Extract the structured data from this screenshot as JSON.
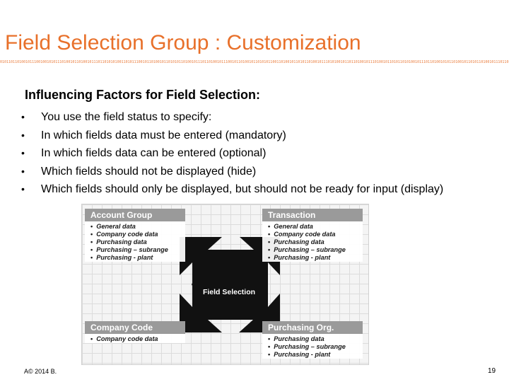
{
  "slide": {
    "title": "Field Selection Group : Customization",
    "binary_strip": "0101101101001011100100101011101001011010010111011010101001101011100101101001011010101101001011101101001011100101101001011010101100110100101101011010010111010100101101101001011101001011010110101001011101101001010110100101101011010010111011010100101101101001",
    "subheading": "Influencing Factors for Field Selection:",
    "bullets": [
      "You use the field status to specify:",
      "In which fields data must be entered (mandatory)",
      "In which fields data can be entered (optional)",
      "Which fields should not be displayed (hide)",
      "Which fields should only be displayed, but should not be ready for input (display)"
    ]
  },
  "diagram": {
    "center_label": "Field Selection",
    "panels": {
      "account_group": {
        "title": "Account Group",
        "items": [
          "General data",
          "Company code data",
          "Purchasing data",
          "Purchasing – subrange",
          "Purchasing - plant"
        ]
      },
      "transaction": {
        "title": "Transaction",
        "items": [
          "General data",
          "Company code data",
          "Purchasing data",
          "Purchasing – subrange",
          "Purchasing - plant"
        ]
      },
      "company_code": {
        "title": "Company Code",
        "items": [
          "Company code data"
        ]
      },
      "purchasing_org": {
        "title": "Purchasing Org.",
        "items": [
          "Purchasing data",
          "Purchasing – subrange",
          "Purchasing - plant"
        ]
      }
    }
  },
  "footer": {
    "copyright": "A© 2014 B.",
    "page_number": "19"
  },
  "colors": {
    "title": "#e8702a",
    "panel_header": "#9a9a9a",
    "cross": "#111111"
  }
}
